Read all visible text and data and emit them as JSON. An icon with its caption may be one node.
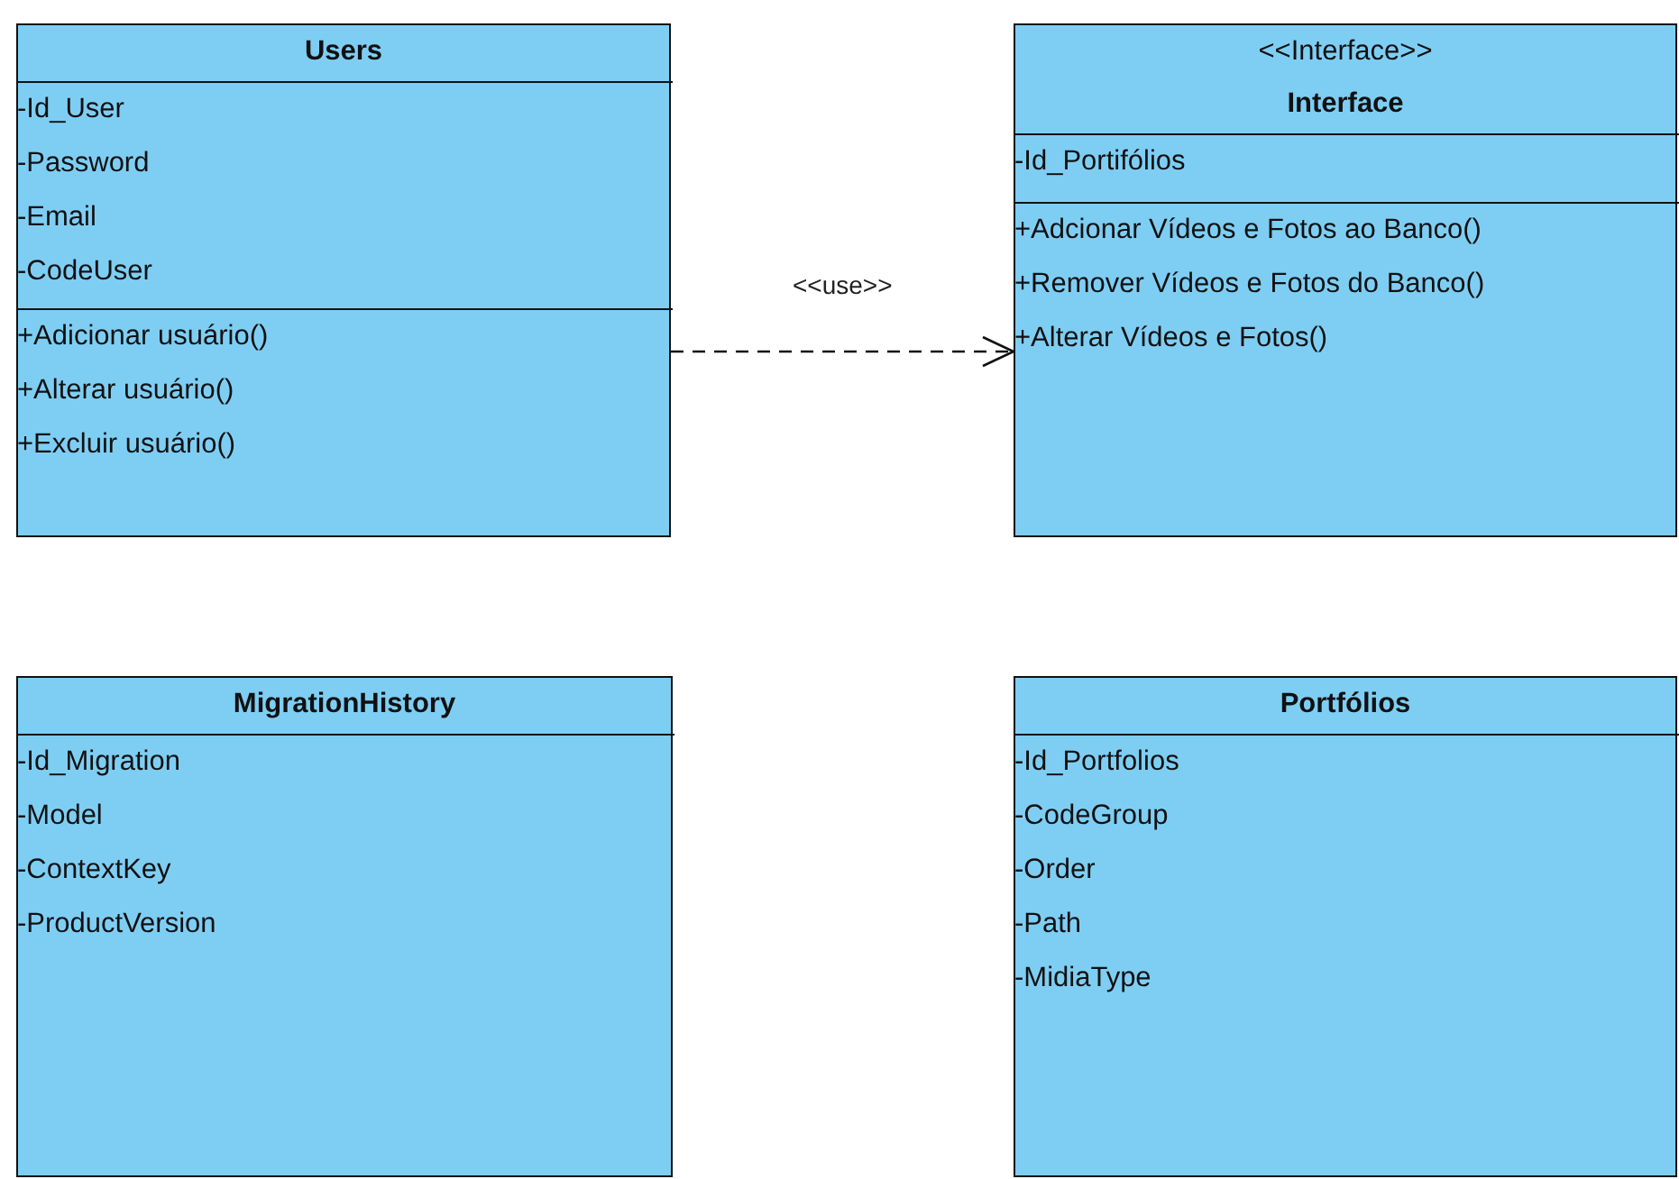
{
  "diagram": {
    "nodes": [
      {
        "text": [
          "Users"
        ]
      },
      {
        "text": [
          "-Id_User",
          "-Password",
          "-Email",
          "-CodeUser"
        ],
        "in": 0
      },
      {
        "text": [
          "+Adicionar usuário()",
          "+Alterar usuário()",
          "+Excluir usuário()"
        ],
        "in": 0
      },
      {
        "text": [
          "<<Interface>>",
          "Interface"
        ]
      },
      {
        "text": [
          "-Id_Portifólios"
        ],
        "in": 3
      },
      {
        "text": [
          "+Adcionar Vídeos e Fotos ao Banco()",
          "+Remover Vídeos e Fotos do Banco()",
          "+Alterar Vídeos e Fotos()"
        ],
        "in": 3
      },
      {
        "text": [
          "MigrationHistory"
        ]
      },
      {
        "text": [
          "-Id_Migration",
          "-Model",
          "-ContextKey",
          "-ProductVersion"
        ],
        "in": 6
      },
      {
        "text": [
          "Portfólios"
        ]
      },
      {
        "text": [
          "-Id_Portfolios",
          "-CodeGroup",
          "-Order",
          "-Path",
          "-MidiaType"
        ],
        "in": 8
      }
    ],
    "edges": [
      {
        "from": 0,
        "to": 3,
        "arrow": "to",
        "label": "<<use>>",
        "style": "dashed"
      }
    ]
  }
}
